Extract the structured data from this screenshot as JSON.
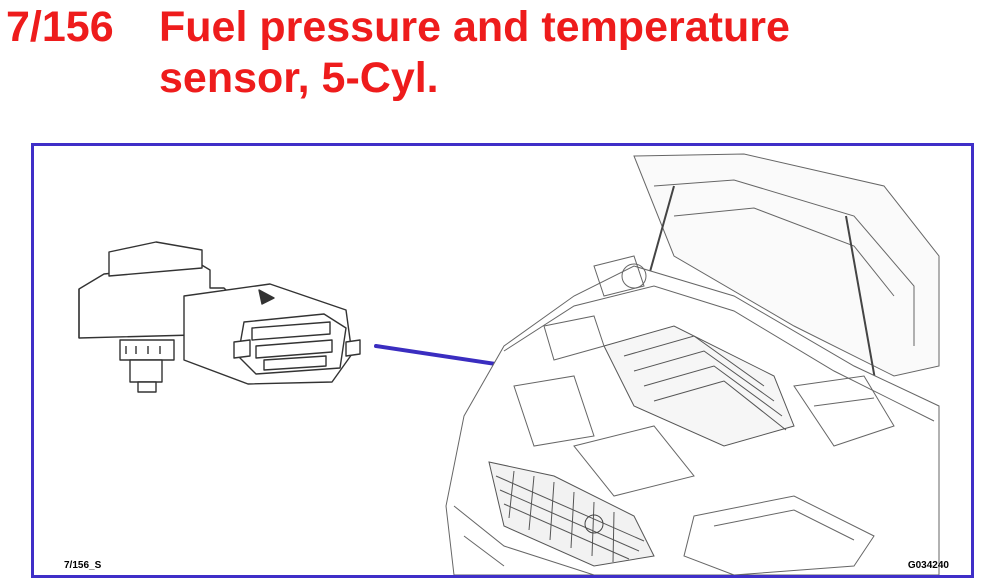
{
  "header": {
    "figure_number": "7/156",
    "title_line1": "Fuel pressure and temperature",
    "title_line2": "sensor, 5-Cyl."
  },
  "diagram": {
    "code_left": "7/156_S",
    "code_right": "G034240"
  },
  "colors": {
    "title": "#ee1c1c",
    "frame": "#3f2fc8",
    "pointer": "#3a2dc0",
    "line_art": "#555555"
  }
}
